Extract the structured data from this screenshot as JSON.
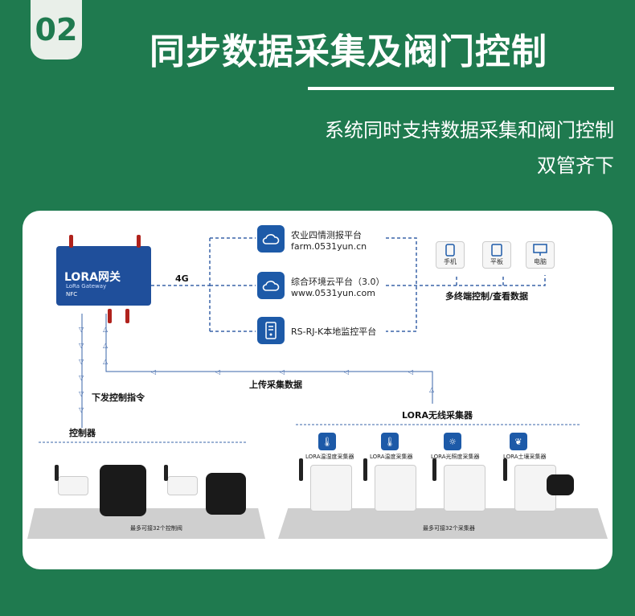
{
  "header": {
    "number": "02",
    "title": "同步数据采集及阀门控制",
    "subtitle_line1": "系统同时支持数据采集和阀门控制",
    "subtitle_line2": "双管齐下"
  },
  "diagram": {
    "gateway": {
      "name": "LORA网关",
      "sub": "LoRa Gateway",
      "nfc": "NFC"
    },
    "link_4g": "4G",
    "platforms": [
      {
        "line1": "农业四情测报平台",
        "line2": "farm.0531yun.cn",
        "icon": "cloud-icon"
      },
      {
        "line1": "综合环境云平台（3.0）",
        "line2": "www.0531yun.com",
        "icon": "cloud-icon"
      },
      {
        "line1": "RS-RJ-K本地监控平台",
        "line2": "",
        "icon": "server-icon"
      }
    ],
    "terminals": [
      {
        "label": "手机",
        "icon": "phone-icon"
      },
      {
        "label": "平板",
        "icon": "tablet-icon"
      },
      {
        "label": "电脑",
        "icon": "monitor-icon"
      }
    ],
    "terminals_caption": "多终端控制/查看数据",
    "upload_label": "上传采集数据",
    "command_label": "下发控制指令",
    "controller_label": "控制器",
    "collector_label": "LORA无线采集器",
    "sensors": [
      {
        "label": "LORA温湿度采集器",
        "icon": "thermo-humidity-icon"
      },
      {
        "label": "LORA温度采集器",
        "icon": "thermometer-icon"
      },
      {
        "label": "LORA光照度采集器",
        "icon": "sun-icon"
      },
      {
        "label": "LORA土壤采集器",
        "icon": "soil-icon"
      }
    ],
    "valve_caption": "最多可接32个控制阀",
    "sensor_caption": "最多可接32个采集器"
  },
  "colors": {
    "green": "#1f7a4f",
    "blue": "#1d5aa8",
    "dash": "#3a64a8"
  }
}
